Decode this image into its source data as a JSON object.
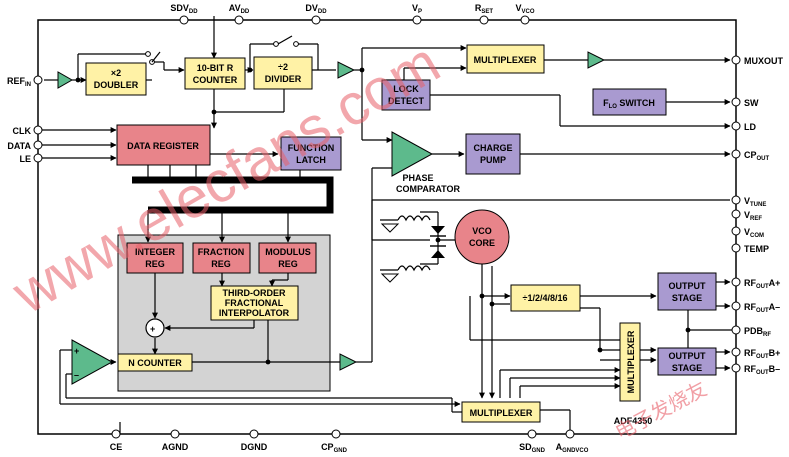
{
  "chip": {
    "name": "ADF4350"
  },
  "colors": {
    "yellow": "#fff2a6",
    "purple": "#a99ad0",
    "pink": "#e8848a",
    "green": "#5dba8c",
    "grey_panel": "#d3d3d3",
    "wire": "#000000",
    "watermark": "#e8606a"
  },
  "pins": {
    "top": {
      "sdvdd": {
        "main": "SDV",
        "sub": "DD"
      },
      "avdd": {
        "main": "AV",
        "sub": "DD"
      },
      "dvdd": {
        "main": "DV",
        "sub": "DD"
      },
      "vp": {
        "main": "V",
        "sub": "P"
      },
      "rset": {
        "main": "R",
        "sub": "SET"
      },
      "vvco": {
        "main": "V",
        "sub": "VCO"
      }
    },
    "left": {
      "refin": {
        "main": "REF",
        "sub": "IN"
      },
      "clk": "CLK",
      "data": "DATA",
      "le": "LE"
    },
    "right": {
      "muxout": "MUXOUT",
      "sw": "SW",
      "ld": "LD",
      "cpout": {
        "main": "CP",
        "sub": "OUT"
      },
      "vtune": {
        "main": "V",
        "sub": "TUNE"
      },
      "vref": {
        "main": "V",
        "sub": "REF"
      },
      "vcom": {
        "main": "V",
        "sub": "COM"
      },
      "temp": "TEMP",
      "rfouta_p": {
        "main": "RF",
        "sub": "OUT",
        "tail": "A+"
      },
      "rfouta_m": {
        "main": "RF",
        "sub": "OUT",
        "tail": "A–"
      },
      "pdbrf": {
        "main": "PDB",
        "sub": "RF"
      },
      "rfoutb_p": {
        "main": "RF",
        "sub": "OUT",
        "tail": "B+"
      },
      "rfoutb_m": {
        "main": "RF",
        "sub": "OUT",
        "tail": "B–"
      }
    },
    "bottom": {
      "ce": "CE",
      "agnd": "AGND",
      "dgnd": "DGND",
      "cpgnd": {
        "main": "CP",
        "sub": "GND"
      },
      "sdgnd": {
        "main": "SD",
        "sub": "GND"
      },
      "agndvco": {
        "main": "A",
        "sub": "GNDVCO"
      }
    }
  },
  "blocks": {
    "doubler": [
      "×2",
      "DOUBLER"
    ],
    "r_counter": [
      "10-BIT R",
      "COUNTER"
    ],
    "divider": [
      "÷2",
      "DIVIDER"
    ],
    "multiplexer_top": "MULTIPLEXER",
    "lock_detect": [
      "LOCK",
      "DETECT"
    ],
    "flo_switch": {
      "main": "F",
      "sub": "LO",
      "tail": " SWITCH"
    },
    "data_register": "DATA REGISTER",
    "function_latch": [
      "FUNCTION",
      "LATCH"
    ],
    "phase_comparator": [
      "PHASE",
      "COMPARATOR"
    ],
    "charge_pump": [
      "CHARGE",
      "PUMP"
    ],
    "vco_core": [
      "VCO",
      "CORE"
    ],
    "integer_reg": [
      "INTEGER",
      "REG"
    ],
    "fraction_reg": [
      "FRACTION",
      "REG"
    ],
    "modulus_reg": [
      "MODULUS",
      "REG"
    ],
    "interpolator": [
      "THIRD-ORDER",
      "FRACTIONAL",
      "INTERPOLATOR"
    ],
    "output_divider": "÷1/2/4/8/16",
    "output_stage_a": [
      "OUTPUT",
      "STAGE"
    ],
    "output_stage_b": [
      "OUTPUT",
      "STAGE"
    ],
    "n_counter": "N COUNTER",
    "multiplexer_vertical": "MULTIPLEXER",
    "multiplexer_bottom": "MULTIPLEXER",
    "opamp_plus": "+",
    "opamp_minus": "–",
    "summer": "+"
  },
  "watermark": {
    "text": "www.elecfans.com",
    "cn": "电子发烧友"
  }
}
